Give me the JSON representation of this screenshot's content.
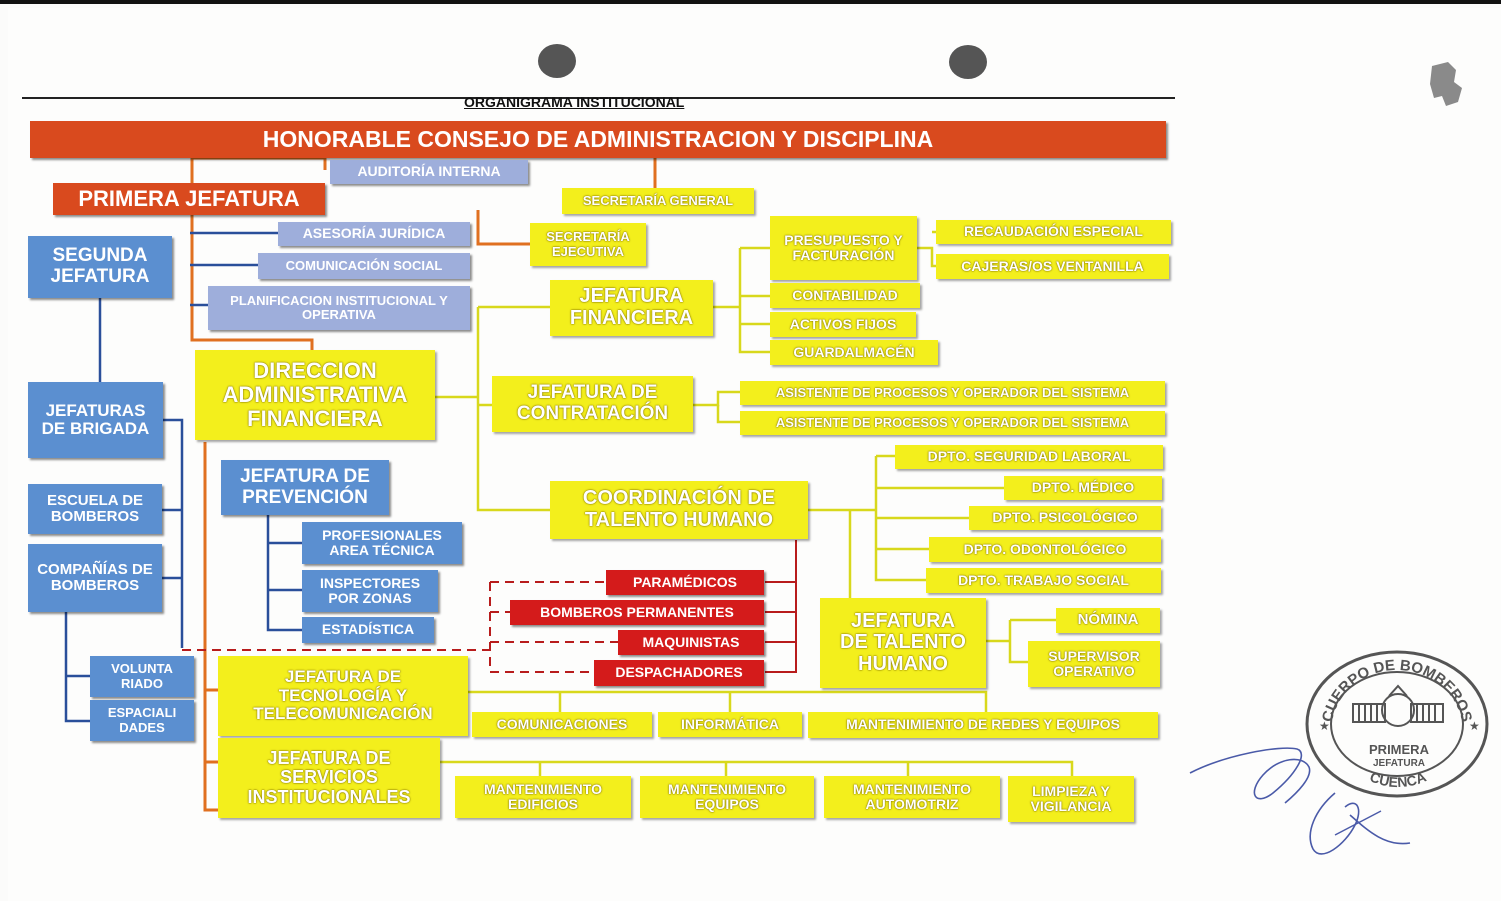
{
  "document_title": "ORGANIGRAMA INSTITUCIONAL",
  "colors": {
    "consejo": "#d94a1e",
    "direccion_azul": "#5b8fd0",
    "asesoria_lavanda": "#9eaedb",
    "operativo_amarillo": "#f3ef1c",
    "operativo_rojo": "#d41b1b",
    "linea_naranja": "#e07020",
    "linea_azul": "#2a4f9a",
    "linea_amarilla": "#d8d81c",
    "linea_roja": "#b81c1c"
  },
  "nodes": {
    "consejo": "HONORABLE CONSEJO DE ADMINISTRACION Y  DISCIPLINA",
    "auditoria": "AUDITORÍA INTERNA",
    "primera_jefatura": "PRIMERA  JEFATURA",
    "secretaria_general": "SECRETARÍA GENERAL",
    "segunda_jefatura": "SEGUNDA JEFATURA",
    "asesoria_juridica": "ASESORÍA JURÍDICA",
    "comunicacion_social": "COMUNICACIÓN SOCIAL",
    "planificacion": "PLANIFICACION INSTITUCIONAL Y OPERATIVA",
    "secretaria_ejecutiva": "SECRETARÍA EJECUTIVA",
    "presupuesto": "PRESUPUESTO Y FACTURACIÓN",
    "recaudacion": "RECAUDACIÓN ESPECIAL",
    "cajeras": "CAJERAS/OS VENTANILLA",
    "jefatura_financiera": "JEFATURA FINANCIERA",
    "contabilidad": "CONTABILIDAD",
    "activos_fijos": "ACTIVOS FIJOS",
    "guardalmacen": "GUARDALMACÉN",
    "direccion_adm": "DIRECCION ADMINISTRATIVA FINANCIERA",
    "jefatura_contratacion": "JEFATURA DE CONTRATACIÓN",
    "asistente_1": "ASISTENTE DE PROCESOS Y OPERADOR DEL SISTEMA",
    "asistente_2": "ASISTENTE DE PROCESOS Y OPERADOR DEL SISTEMA",
    "jefaturas_brigada": "JEFATURAS DE BRIGADA",
    "jefatura_prevencion": "JEFATURA DE PREVENCIÓN",
    "dpto_seguridad": "DPTO. SEGURIDAD LABORAL",
    "dpto_medico": "DPTO. MÉDICO",
    "coordinacion_th": "COORDINACIÓN  DE TALENTO HUMANO",
    "dpto_psicologico": "DPTO. PSICOLÓGICO",
    "escuela": "ESCUELA DE BOMBEROS",
    "profesionales": "PROFESIONALES AREA TÉCNICA",
    "companias": "COMPAÑÍAS DE BOMBEROS",
    "dpto_odontologico": "DPTO. ODONTOLÓGICO",
    "paramedicos": "PARAMÉDICOS",
    "inspectores": "INSPECTORES POR ZONAS",
    "dpto_trabajo_social": "DPTO. TRABAJO SOCIAL",
    "bomberos_permanentes": "BOMBEROS PERMANENTES",
    "jefatura_th": "JEFATURA DE TALENTO HUMANO",
    "nomina": "NÓMINA",
    "estadistica": "ESTADÍSTICA",
    "maquinistas": "MAQUINISTAS",
    "supervisor": "SUPERVISOR OPERATIVO",
    "voluntariado": "VOLUNTA RIADO",
    "despachadores": "DESPACHADORES",
    "jefatura_tecnologia": "JEFATURA DE TECNOLOGÍA Y TELECOMUNICACIÓN",
    "especialidades": "ESPACIALI DADES",
    "comunicaciones": "COMUNICACIONES",
    "informatica": "INFORMÁTICA",
    "mantenimiento_redes": "MANTENIMIENTO DE REDES Y EQUIPOS",
    "jefatura_servicios": "JEFATURA DE SERVICIOS INSTITUCIONALES",
    "mant_edificios": "MANTENIMIENTO EDIFICIOS",
    "mant_equipos": "MANTENIMIENTO EQUIPOS",
    "mant_automotriz": "MANTENIMIENTO AUTOMOTRIZ",
    "limpieza": "LIMPIEZA Y VIGILANCIA"
  },
  "seal": {
    "top_text": "CUERPO DE BOMBEROS",
    "middle_text_1": "PRIMERA",
    "middle_text_2": "JEFATURA",
    "bottom_text": "CUENCA"
  }
}
